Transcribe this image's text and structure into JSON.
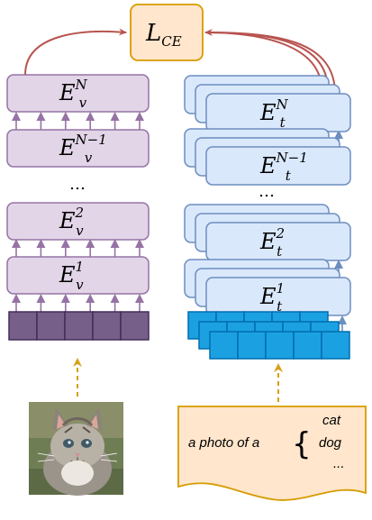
{
  "loss": {
    "symbol": "L",
    "subscript": "CE"
  },
  "vision_encoder": {
    "layers": [
      {
        "base": "E",
        "sup": "N",
        "sub": "v"
      },
      {
        "base": "E",
        "sup": "N−1",
        "sub": "v"
      },
      {
        "base": "E",
        "sup": "2",
        "sub": "v"
      },
      {
        "base": "E",
        "sup": "1",
        "sub": "v"
      }
    ],
    "ellipsis": "…"
  },
  "text_encoder": {
    "layers": [
      {
        "base": "E",
        "sup": "N",
        "sub": "t"
      },
      {
        "base": "E",
        "sup": "N−1",
        "sub": "t"
      },
      {
        "base": "E",
        "sup": "2",
        "sub": "t"
      },
      {
        "base": "E",
        "sup": "1",
        "sub": "t"
      }
    ],
    "ellipsis": "…"
  },
  "prompt": {
    "prefix": "a photo of a",
    "brace": "{",
    "classes": [
      "cat",
      "dog",
      "..."
    ]
  },
  "colors": {
    "vision_fill": "#e1d5e7",
    "vision_stroke": "#9673a6",
    "vision_token": "#76608a",
    "text_fill": "#dae8fc",
    "text_stroke": "#6c8ebf",
    "text_token": "#1ba1e2",
    "loss_fill": "#ffe6cc",
    "loss_stroke": "#d79b00",
    "arrow_red": "#b85450",
    "input_arrow": "#d6a019",
    "doc_fill": "#ffe6cc"
  }
}
